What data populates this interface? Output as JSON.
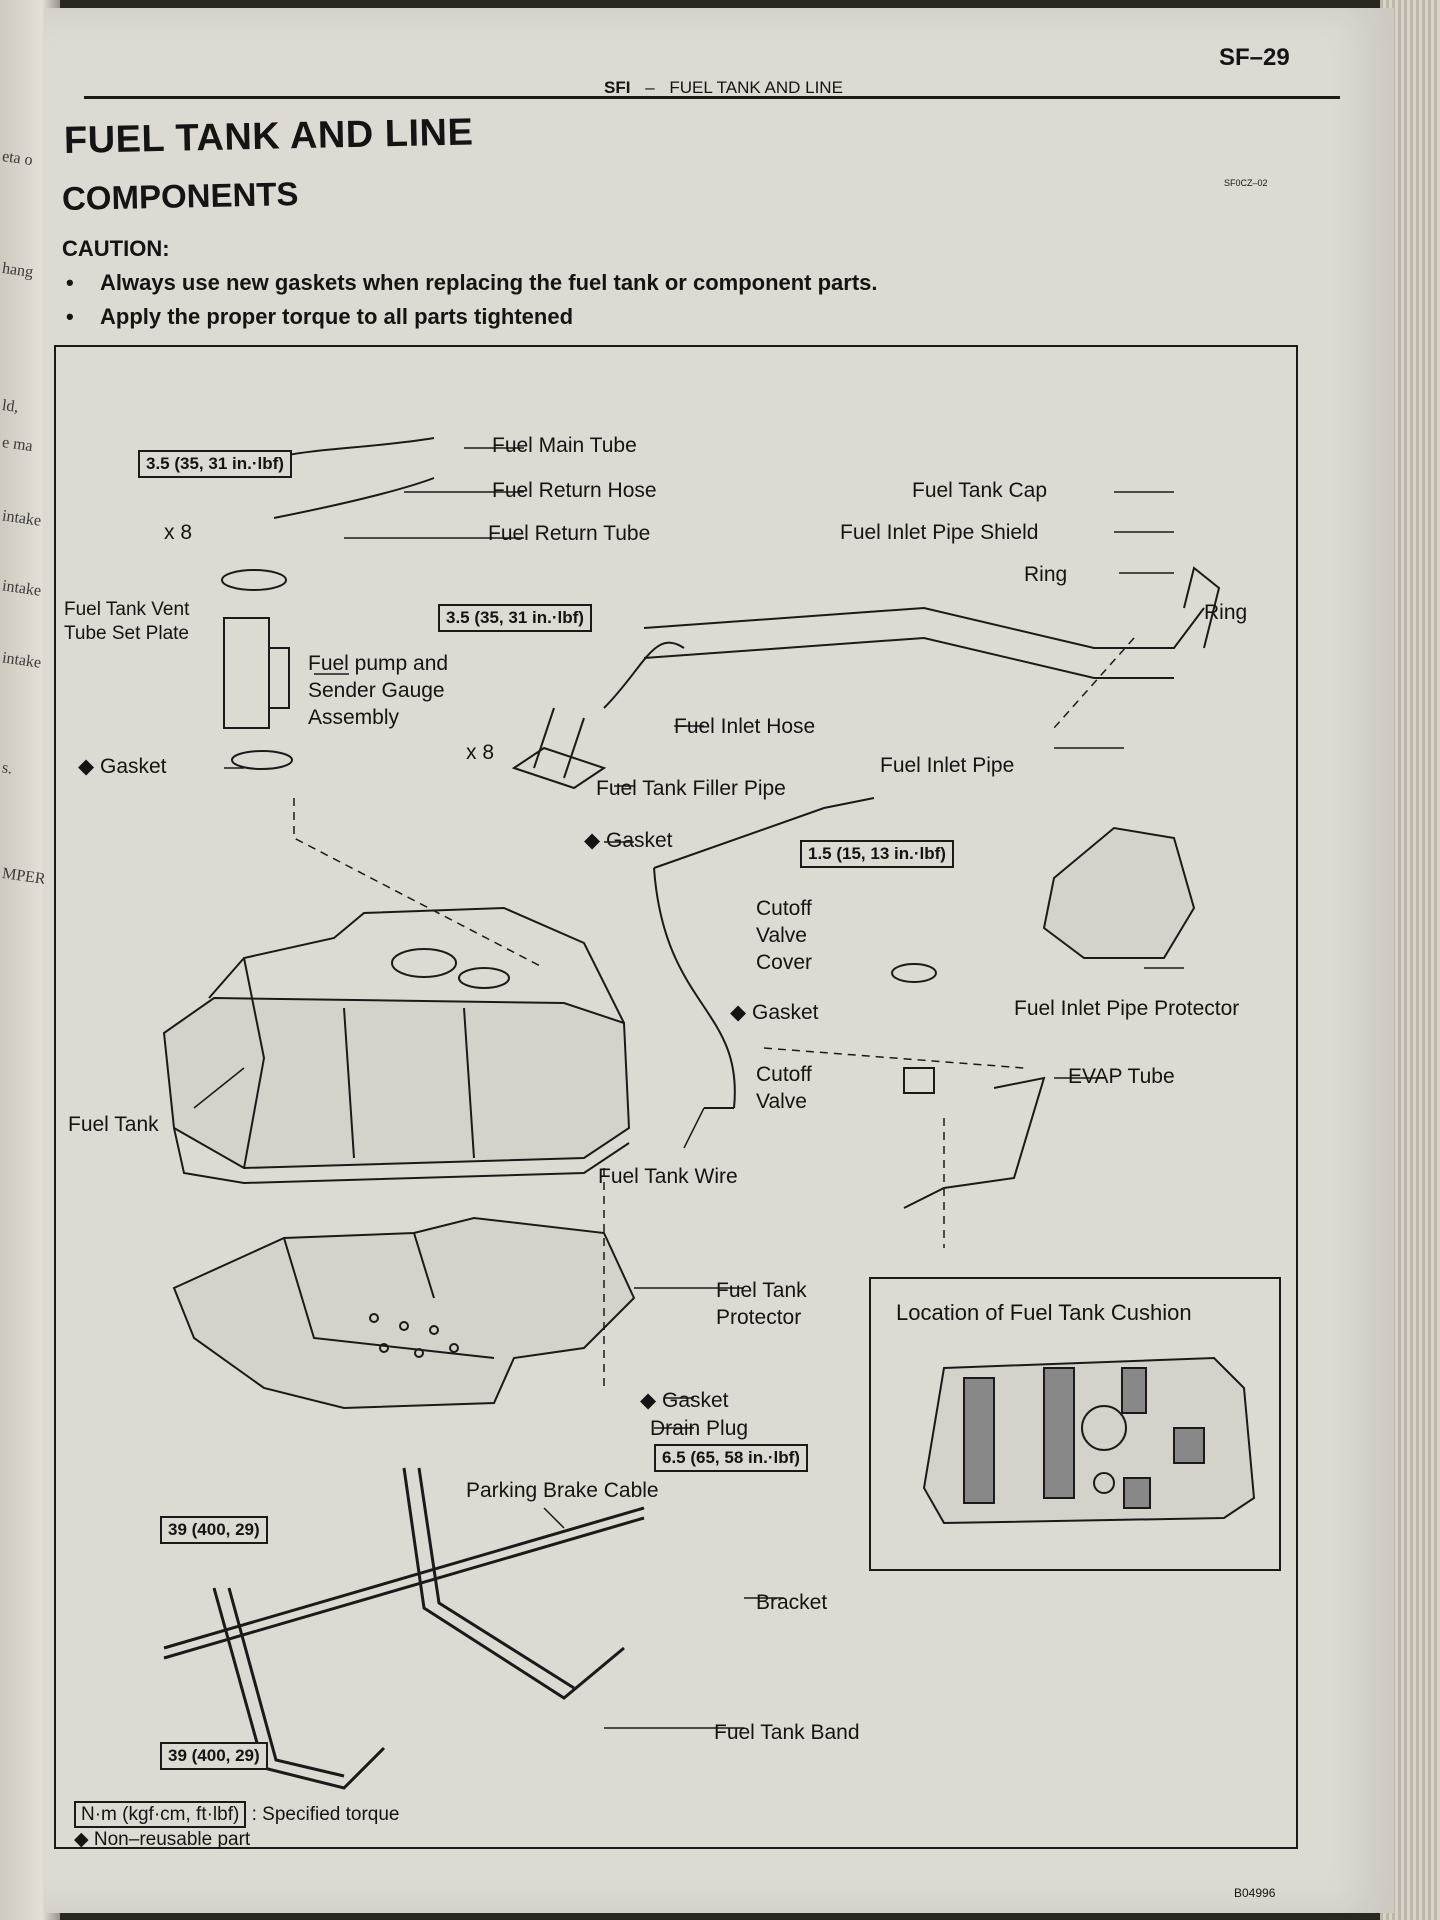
{
  "left_page": {
    "fragments": [
      "eta o",
      "hang",
      "ld,",
      "e ma",
      "intake",
      "intake",
      "intake",
      "s.",
      "MPER"
    ]
  },
  "header": {
    "page_number": "SF–29",
    "section": "SFI",
    "separator": "–",
    "running_title": "FUEL TANK AND LINE"
  },
  "title": "FUEL TANK AND LINE",
  "subtitle": "COMPONENTS",
  "caution": {
    "label": "CAUTION:",
    "bullets": [
      "Always use new gaskets when replacing the fuel tank or component parts.",
      "Apply the proper torque to all parts tightened"
    ]
  },
  "figure_code": "SF0CZ–02",
  "labels": {
    "fuel_main_tube": "Fuel Main Tube",
    "fuel_return_hose": "Fuel Return Hose",
    "fuel_return_tube": "Fuel Return Tube",
    "x8_a": "x 8",
    "vent_plate": "Fuel Tank Vent Tube Set Plate",
    "pump_assembly": "Fuel pump and Sender Gauge Assembly",
    "gasket_1": "◆ Gasket",
    "x8_b": "x 8",
    "fuel_inlet_hose": "Fuel Inlet Hose",
    "filler_pipe": "Fuel Tank Filler Pipe",
    "gasket_2": "◆ Gasket",
    "fuel_tank_cap": "Fuel Tank Cap",
    "inlet_pipe_shield": "Fuel Inlet Pipe Shield",
    "ring_1": "Ring",
    "ring_2": "Ring",
    "fuel_inlet_pipe": "Fuel Inlet Pipe",
    "cutoff_valve_cover": "Cutoff Valve Cover",
    "gasket_3": "◆ Gasket",
    "inlet_pipe_protector": "Fuel Inlet Pipe Protector",
    "cutoff_valve": "Cutoff Valve",
    "evap_tube": "EVAP Tube",
    "fuel_tank": "Fuel Tank",
    "fuel_tank_wire": "Fuel Tank Wire",
    "tank_protector": "Fuel Tank Protector",
    "gasket_4": "◆ Gasket",
    "drain_plug": "Drain Plug",
    "parking_brake_cable": "Parking Brake Cable",
    "bracket": "Bracket",
    "fuel_tank_band": "Fuel Tank Band",
    "cushion_location": "Location of Fuel Tank Cushion"
  },
  "torques": {
    "t1": "3.5 (35, 31 in.·lbf)",
    "t2": "3.5 (35, 31 in.·lbf)",
    "t3": "1.5 (15, 13 in.·lbf)",
    "t4": "6.5 (65, 58 in.·lbf)",
    "t5": "39 (400, 29)",
    "t6": "39 (400, 29)"
  },
  "legend": {
    "torque_symbol": "N·m (kgf·cm, ft·lbf)",
    "torque_text": ": Specified torque",
    "nonreusable": "◆ Non–reusable part"
  },
  "figure_id": "B04996"
}
